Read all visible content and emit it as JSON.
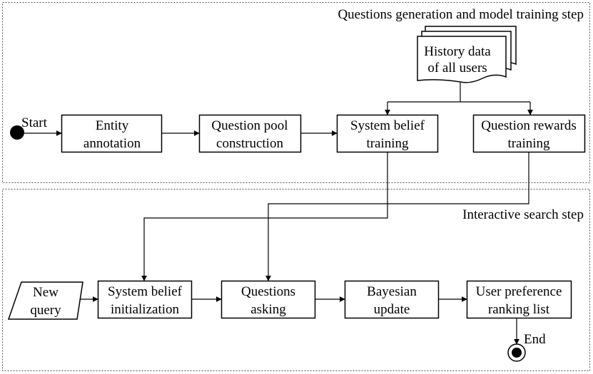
{
  "sections": {
    "training_title": "Questions generation and model training step",
    "search_title": "Interactive search step"
  },
  "labels": {
    "start": "Start",
    "end": "End"
  },
  "nodes": {
    "history": [
      "History data",
      "of all users"
    ],
    "entity": [
      "Entity",
      "annotation"
    ],
    "pool": [
      "Question pool",
      "construction"
    ],
    "belief_training": [
      "System belief",
      "training"
    ],
    "rewards_training": [
      "Question rewards",
      "training"
    ],
    "new_query": [
      "New",
      "query"
    ],
    "belief_init": [
      "System belief",
      "initialization"
    ],
    "asking": [
      "Questions",
      "asking"
    ],
    "bayes": [
      "Bayesian",
      "update"
    ],
    "ranking": [
      "User preference",
      "ranking list"
    ]
  }
}
